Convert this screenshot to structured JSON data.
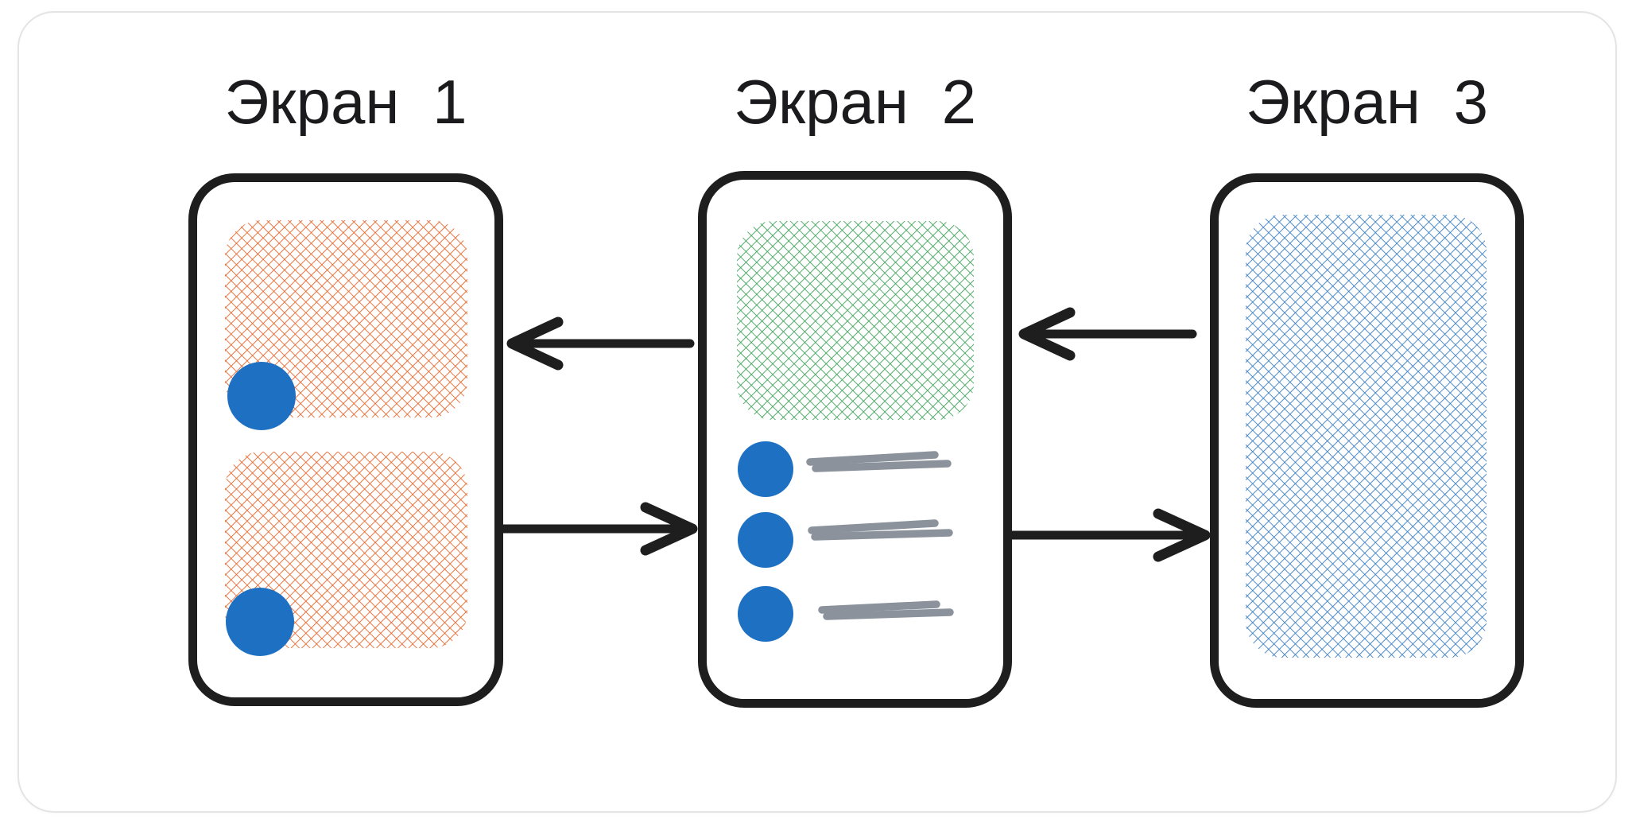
{
  "diagram": {
    "description": "Wireframe flow of three mobile screens connected by navigation arrows",
    "colors": {
      "background": "#ffffff",
      "card_border": "#e4e4e4",
      "outline": "#1e1e1f",
      "title_text": "#1b1b1d",
      "orange_hatch": "#e8662b",
      "green_hatch": "#3fa35a",
      "blue_hatch": "#3b7fc4",
      "bullet_blue": "#1d70c2",
      "list_line_gray": "#8b929c"
    },
    "screens": [
      {
        "title": "Экран 1",
        "content_type": "two-hatched-cards-with-round-badges",
        "cards": 2,
        "badges": 2
      },
      {
        "title": "Экран 2",
        "content_type": "hero-hatched-block-with-bullet-list",
        "list_items": 3
      },
      {
        "title": "Экран 3",
        "content_type": "full-screen-hatched-image"
      }
    ],
    "arrows": [
      {
        "from": "Экран 2",
        "to": "Экран 1",
        "direction": "left",
        "row": "top"
      },
      {
        "from": "Экран 1",
        "to": "Экран 2",
        "direction": "right",
        "row": "bottom"
      },
      {
        "from": "Экран 3",
        "to": "Экран 2",
        "direction": "left",
        "row": "top"
      },
      {
        "from": "Экран 2",
        "to": "Экран 3",
        "direction": "right",
        "row": "bottom"
      }
    ]
  }
}
